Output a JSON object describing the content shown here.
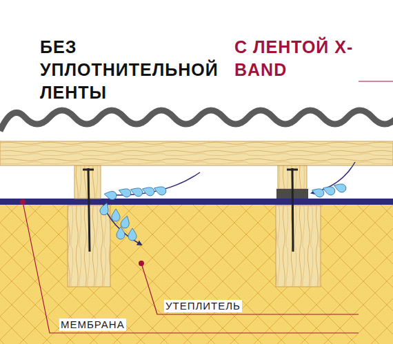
{
  "diagram": {
    "labels": [
      "БЕЗ УПЛОТНИТЕЛЬНОЙ ЛЕНТЫ",
      "С ЛЕНТОЙ X-BAND",
      "УТЕПЛИТЕЛЬ",
      "МЕМБРАНА"
    ]
  }
}
